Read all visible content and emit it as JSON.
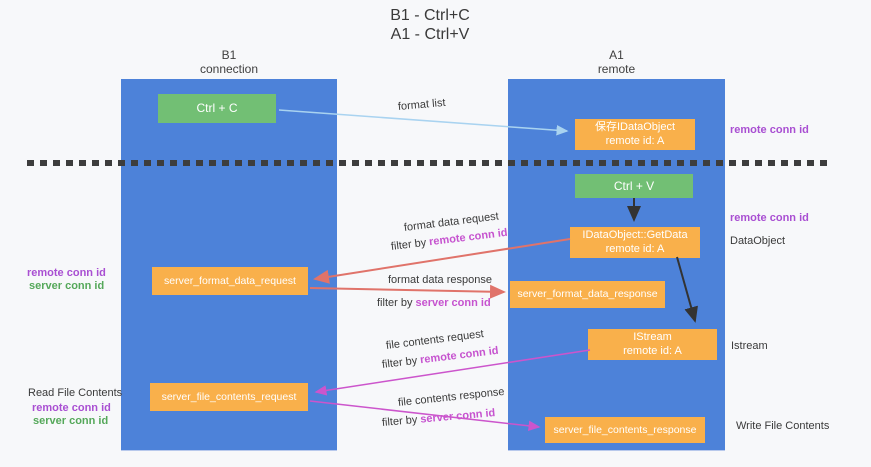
{
  "title": {
    "line1": "B1 - Ctrl+C",
    "line2": "A1 - Ctrl+V"
  },
  "columns": {
    "left": {
      "name": "B1",
      "role": "connection"
    },
    "right": {
      "name": "A1",
      "role": "remote"
    }
  },
  "boxes": {
    "ctrl_c": {
      "label": "Ctrl + C"
    },
    "ctrl_v": {
      "label": "Ctrl + V"
    },
    "save_idataobject": {
      "line1": "保存IDataObject",
      "line2": "remote id: A"
    },
    "idataobject_getdata": {
      "line1": "IDataObject::GetData",
      "line2": "remote id: A"
    },
    "istream": {
      "line1": "IStream",
      "line2": "remote id: A"
    },
    "server_format_data_request": {
      "label": "server_format_data_request"
    },
    "server_format_data_response": {
      "label": "server_format_data_response"
    },
    "server_file_contents_request": {
      "label": "server_file_contents_request"
    },
    "server_file_contents_response": {
      "label": "server_file_contents_response"
    }
  },
  "flow_labels": {
    "format_list": "format list",
    "format_data_request": "format data request",
    "format_data_response": "format data response",
    "file_contents_request": "file contents request",
    "file_contents_response": "file contents response",
    "filter_by": "filter by",
    "remote_conn_id": "remote conn id",
    "server_conn_id": "server conn id"
  },
  "side_labels": {
    "remote_conn_id": "remote conn id",
    "server_conn_id": "server conn id",
    "read_file_contents": "Read File Contents",
    "write_file_contents": "Write File Contents",
    "dataobject": "DataObject",
    "istream": "Istream"
  },
  "colors": {
    "column_blue": "#4d82d9",
    "box_green": "#72bf74",
    "box_orange": "#f9b04b",
    "arrow_light_blue": "#a9d3f0",
    "arrow_salmon": "#e0736a",
    "arrow_magenta": "#cc55cc",
    "arrow_black": "#333333",
    "label_purple": "#a94fd2",
    "label_green": "#55a85a",
    "label_magenta": "#c653cf"
  }
}
